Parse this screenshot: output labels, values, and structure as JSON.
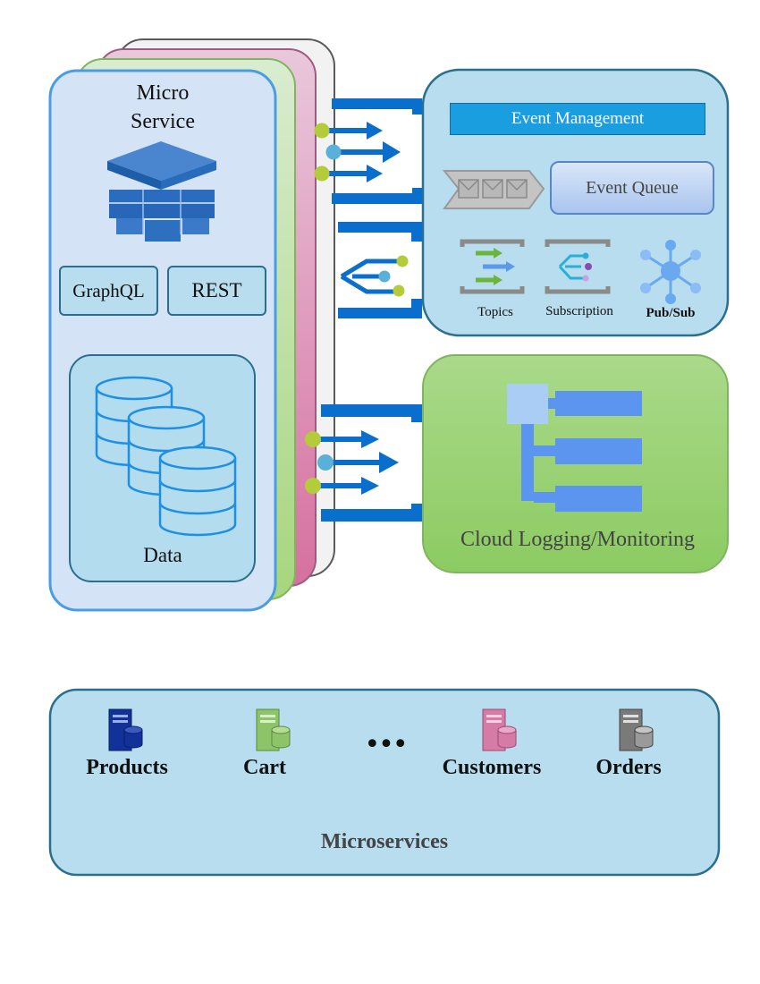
{
  "micro_service": {
    "title": "Micro Service",
    "tech": [
      "GraphQL",
      "REST"
    ],
    "data_label": "Data"
  },
  "event_management": {
    "header": "Event Management",
    "queue_label": "Event Queue",
    "items": [
      "Topics",
      "Subscription",
      "Pub/Sub"
    ]
  },
  "logging": {
    "label": "Cloud Logging/Monitoring"
  },
  "microservices": {
    "label": "Microservices",
    "ellipsis": "•••",
    "services": [
      "Products",
      "Cart",
      "Customers",
      "Orders"
    ]
  },
  "colors": {
    "blue_arrow": "#0a6ecc",
    "lime_dot": "#b5cc3a",
    "cyan_dot": "#5ab0d8",
    "event_panel": "#b7ddef",
    "log_panel": "#97cf6e",
    "products_icon": "#12329a",
    "cart_icon": "#8dc46a",
    "customers_icon": "#d67aa6",
    "orders_icon": "#7a7a7a"
  }
}
